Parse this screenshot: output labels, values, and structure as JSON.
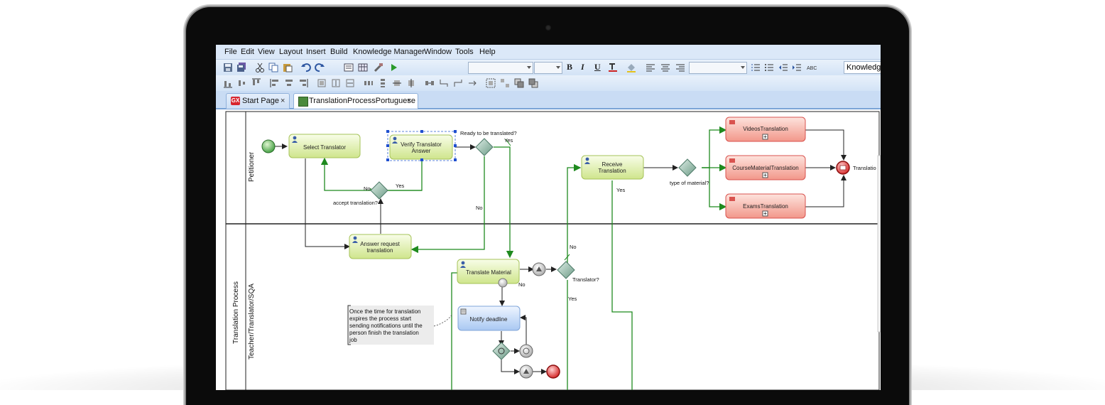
{
  "menu": {
    "items": [
      "File",
      "Edit",
      "View",
      "Layout",
      "Insert",
      "Build",
      "Knowledge Manager",
      "Window",
      "Tools",
      "Help"
    ]
  },
  "toolbar": {
    "format": {
      "bold": "B",
      "italic": "I",
      "underline": "U"
    },
    "knowledge_combo": "Knowledge"
  },
  "tabs": [
    {
      "label": "Start Page",
      "icon": "GX",
      "close": "×"
    },
    {
      "label": "TranslationProcessPortuguese",
      "close": "×"
    }
  ],
  "diagram": {
    "pool_label": "Translation Process",
    "lanes": [
      "Petitioner",
      "Teacher/Translator/SQA"
    ],
    "tasks": {
      "select_translator": "Select Translator",
      "verify_translator_answer": [
        "Verify Translator",
        "Answer"
      ],
      "answer_request": [
        "Answer request",
        "translation"
      ],
      "receive_translation": [
        "Receive",
        "Translation"
      ],
      "translate_material": "Translate Material",
      "notify_deadline": "Notify deadline",
      "videos_translation": "VideosTranslation",
      "course_material_translation": "CourseMaterialTranslation",
      "exams_translation": "ExamsTranslation"
    },
    "labels": {
      "ready": "Ready to be translated?",
      "yes_ready": "Yes",
      "no_ready": "No",
      "accept": "accept translation?",
      "no_accept": "No",
      "yes_accept": "Yes",
      "type_material": "type of material?",
      "translator_q": "Translator?",
      "no_translator": "No",
      "yes_translator": "Yes",
      "yes_receive": "Yes",
      "no_translate": "No",
      "translation_end": "Translatio"
    },
    "annotation": [
      "Once the time for translation",
      "expires the process start",
      "sending notifications until the",
      "person finish the translation",
      "job"
    ]
  }
}
